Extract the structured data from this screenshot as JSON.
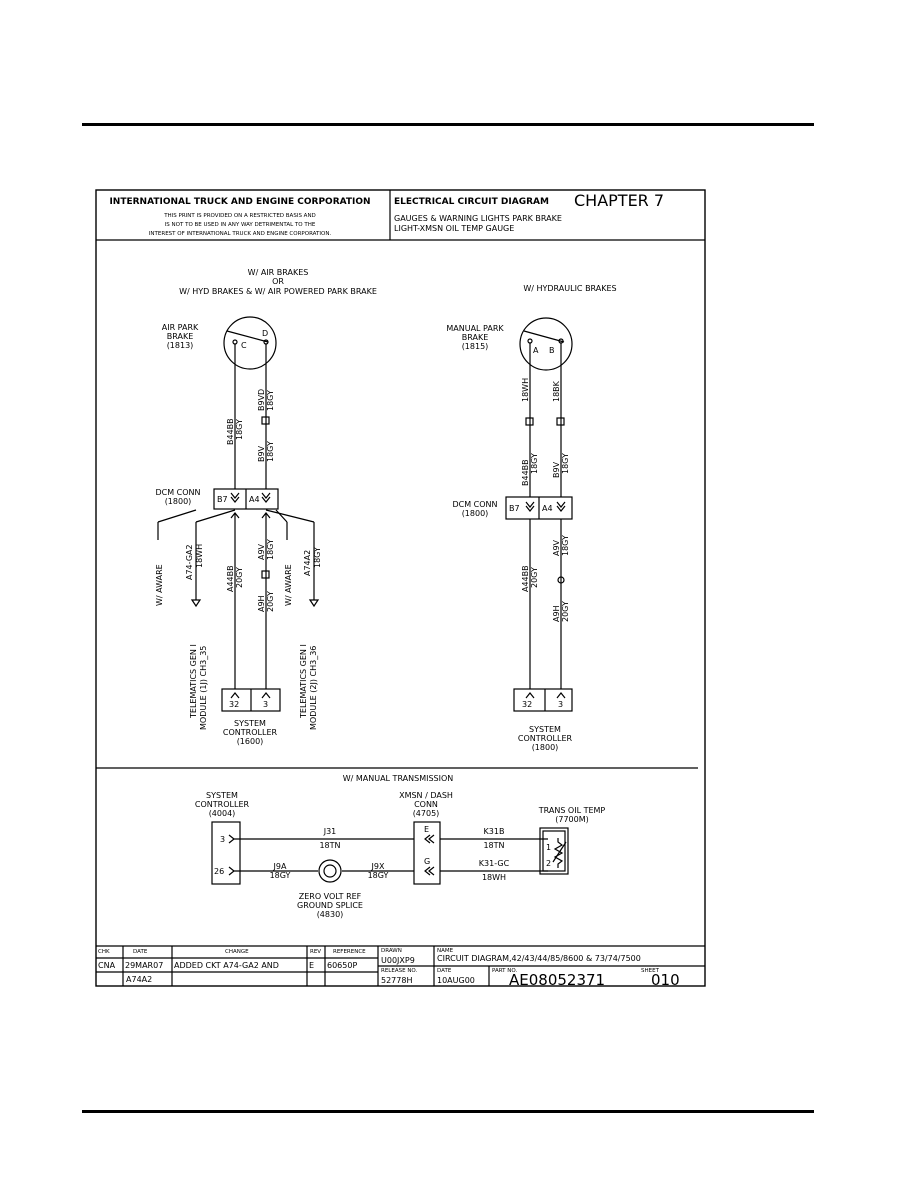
{
  "title_block": {
    "company": "INTERNATIONAL TRUCK AND ENGINE CORPORATION",
    "notice_1": "THIS PRINT IS PROVIDED ON A RESTRICTED BASIS AND",
    "notice_2": "IS NOT TO BE USED IN ANY WAY DETRIMENTAL TO THE",
    "notice_3": "INTEREST OF INTERNATIONAL TRUCK AND ENGINE CORPORATION.",
    "diagram_type": "ELECTRICAL CIRCUIT DIAGRAM",
    "chapter": "CHAPTER  7",
    "subtitle_1": "GAUGES & WARNING LIGHTS PARK BRAKE",
    "subtitle_2": "LIGHT-XMSN OIL TEMP GAUGE"
  },
  "left": {
    "heading_1": "W/ AIR BRAKES",
    "heading_2": "OR",
    "heading_3": "W/ HYD BRAKES & W/ AIR POWERED PARK BRAKE",
    "switch_label_1": "AIR PARK",
    "switch_label_2": "BRAKE",
    "switch_label_3": "(1813)",
    "pin_c": "C",
    "pin_d": "D",
    "wire_b44bb": "B44BB",
    "wire_b44bb_spec": "18GY",
    "wire_b9vd": "B9VD",
    "wire_b9vd_spec": "18GY",
    "wire_b9v": "B9V",
    "wire_b9v_spec": "18GY",
    "dcm_1": "DCM CONN",
    "dcm_2": "(1800)",
    "pin_b7": "B7",
    "pin_a4": "A4",
    "aware_1": "W/ AWARE",
    "wire_a74ga2": "A74-GA2",
    "wire_a74ga2_spec": "18WH",
    "wire_a44bb": "A44BB",
    "wire_a44bb_spec": "20GY",
    "wire_a9v": "A9V",
    "wire_a9v_spec": "18GY",
    "wire_a9h": "A9H",
    "wire_a9h_spec": "20GY",
    "aware_2": "W/ AWARE",
    "wire_a74a2": "A74A2",
    "wire_a74a2_spec": "18GY",
    "tele1_1": "TELEMATICS GEN I",
    "tele1_2": "MODULE (1J) CH3_35",
    "tele2_1": "TELEMATICS GEN I",
    "tele2_2": "MODULE (2J) CH3_36",
    "pin_32": "32",
    "pin_3": "3",
    "sc_1": "SYSTEM",
    "sc_2": "CONTROLLER",
    "sc_3": "(1600)"
  },
  "right": {
    "heading": "W/ HYDRAULIC BRAKES",
    "switch_label_1": "MANUAL PARK",
    "switch_label_2": "BRAKE",
    "switch_label_3": "(1815)",
    "pin_a": "A",
    "pin_b": "B",
    "wire_18wh": "18WH",
    "wire_18bk": "18BK",
    "wire_b44bb": "B44BB",
    "wire_b44bb_spec": "18GY",
    "wire_b9v": "B9V",
    "wire_b9v_spec": "18GY",
    "dcm_1": "DCM CONN",
    "dcm_2": "(1800)",
    "pin_b7": "B7",
    "pin_a4": "A4",
    "wire_a44bb": "A44BB",
    "wire_a44bb_spec": "20GY",
    "wire_a9v": "A9V",
    "wire_a9v_spec": "18GY",
    "wire_a9h": "A9H",
    "wire_a9h_spec": "20GY",
    "pin_32": "32",
    "pin_3": "3",
    "sc_1": "SYSTEM",
    "sc_2": "CONTROLLER",
    "sc_3": "(1800)"
  },
  "bottom": {
    "heading": "W/ MANUAL TRANSMISSION",
    "sc_1": "SYSTEM",
    "sc_2": "CONTROLLER",
    "sc_3": "(4004)",
    "pin_3": "3",
    "pin_26": "26",
    "wire_j31": "J31",
    "wire_j31_spec": "18TN",
    "wire_j9a": "J9A",
    "wire_j9a_spec": "18GY",
    "wire_j9x": "J9X",
    "wire_j9x_spec": "18GY",
    "splice_1": "ZERO VOLT REF",
    "splice_2": "GROUND SPLICE",
    "splice_3": "(4830)",
    "xmsn_1": "XMSN / DASH",
    "xmsn_2": "CONN",
    "xmsn_3": "(4705)",
    "pin_e": "E",
    "pin_g": "G",
    "wire_k31b": "K31B",
    "wire_k31b_spec": "18TN",
    "wire_k31gc": "K31-GC",
    "wire_k31gc_spec": "18WH",
    "trans_1": "TRANS OIL TEMP",
    "trans_2": "(7700M)",
    "pin_1": "1",
    "pin_2": "2"
  },
  "revision": {
    "h_chk": "CHK",
    "h_date": "DATE",
    "h_change": "CHANGE",
    "h_rev": "REV",
    "h_reference": "REFERENCE",
    "chk": "CNA",
    "date": "29MAR07",
    "change_1": "ADDED CKT A74-GA2 AND",
    "change_2": "A74A2",
    "rev": "E",
    "reference": "60650P",
    "h_drawn": "DRAWN",
    "drawn": "U00JXP9",
    "h_name": "NAME",
    "name": "CIRCUIT DIAGRAM,42/43/44/85/8600 & 73/74/7500",
    "h_release": "RELEASE NO.",
    "release": "52778H",
    "h_date2": "DATE",
    "date2": "10AUG00",
    "h_part": "PART NO.",
    "part": "AE08052371",
    "h_sheet": "SHEET",
    "sheet": "010"
  }
}
